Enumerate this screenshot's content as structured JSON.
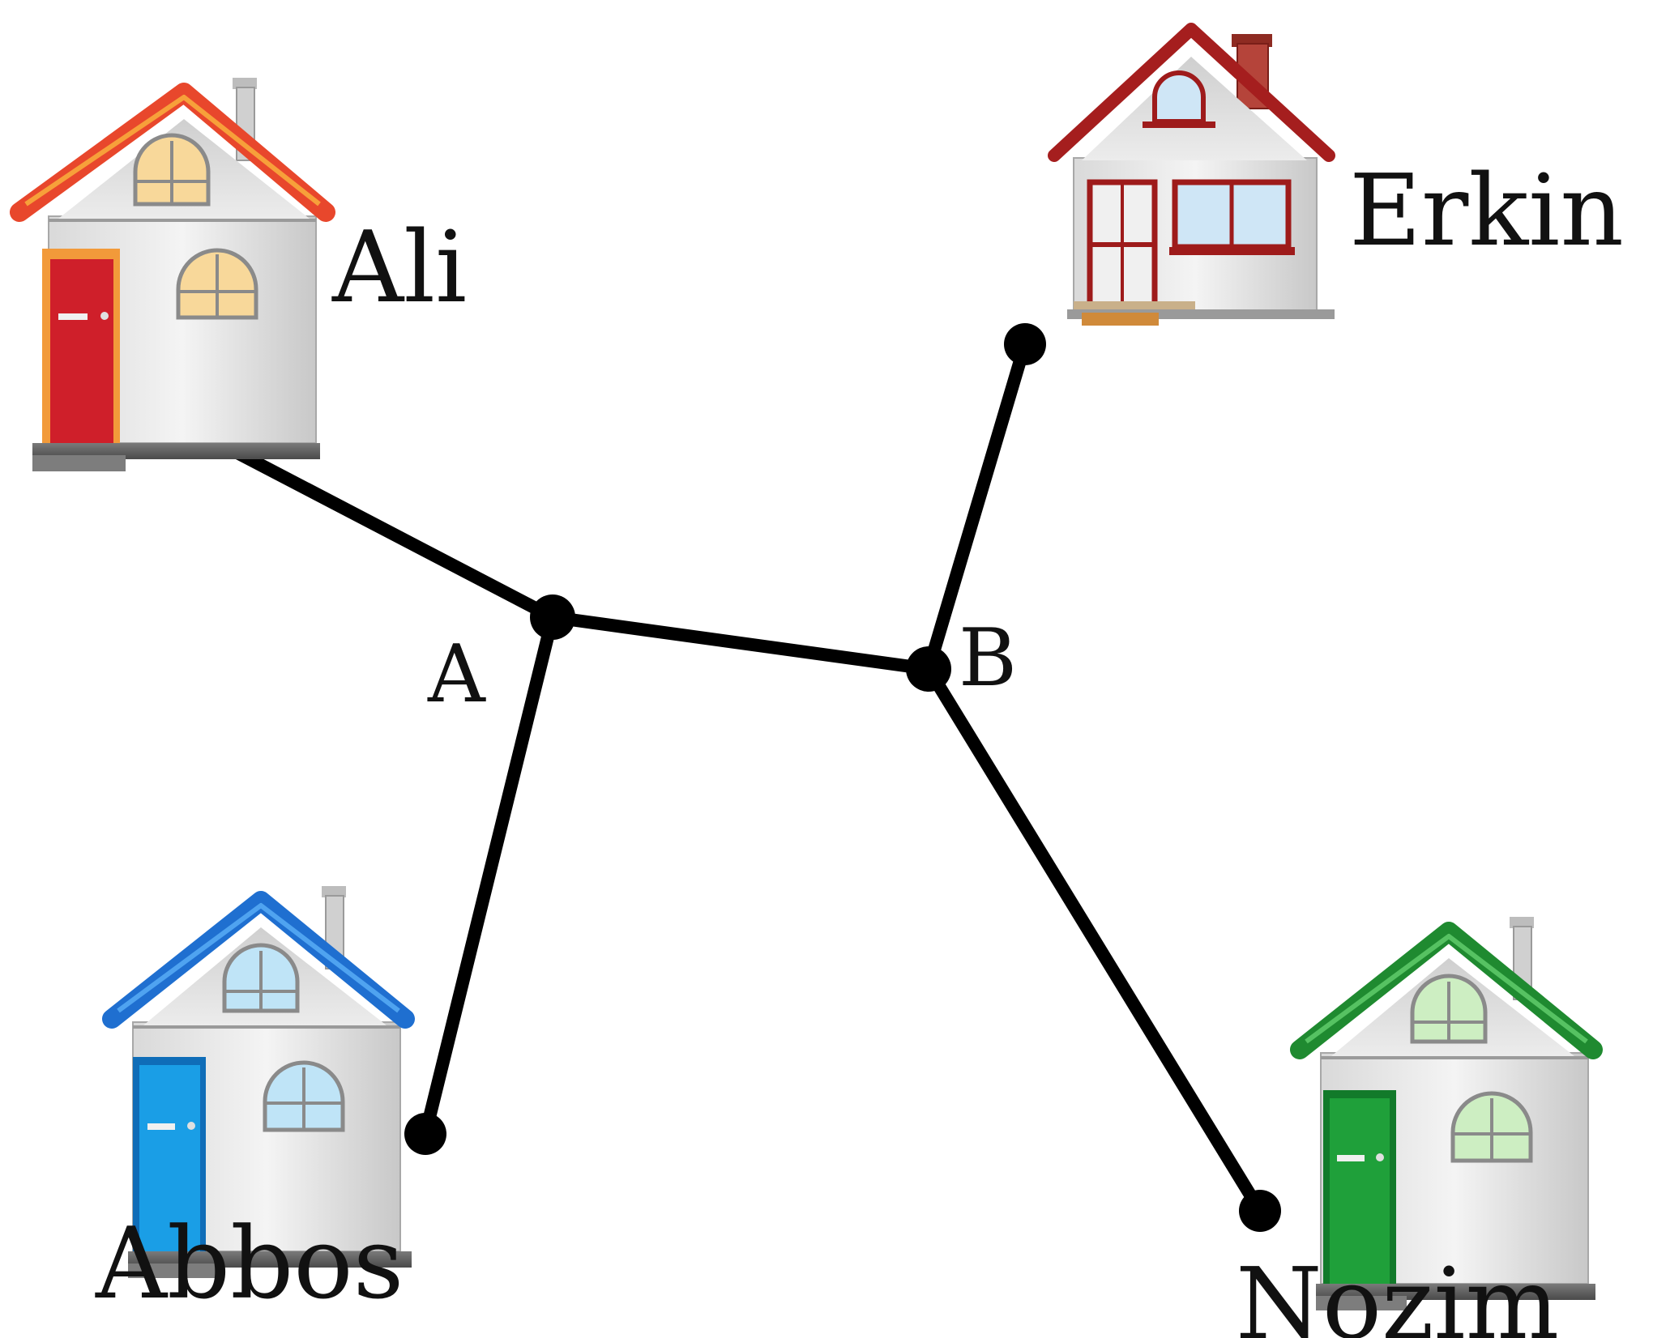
{
  "houses": [
    {
      "id": "ali",
      "name": "Ali",
      "roof_color": "#e8472c",
      "roof_highlight": "#f7a03a",
      "door_color": "#cf1f2a",
      "window_tint": "#f8d89a"
    },
    {
      "id": "erkin",
      "name": "Erkin",
      "roof_color": "#a51e1e",
      "door_color": "#f0f0f0",
      "window_tint": "#cfe6f6",
      "trim_color": "#9e1b1b"
    },
    {
      "id": "abbos",
      "name": "Abbos",
      "roof_color": "#1f6fd0",
      "roof_highlight": "#4fa3f0",
      "door_color": "#1a9ee6",
      "window_tint": "#bfe4f7"
    },
    {
      "id": "nozim",
      "name": "Nozim",
      "roof_color": "#1f8a30",
      "roof_highlight": "#56c262",
      "door_color": "#1fa03a",
      "window_tint": "#cdeec2"
    }
  ],
  "junctions": [
    {
      "id": "A",
      "label": "A"
    },
    {
      "id": "B",
      "label": "B"
    }
  ],
  "edges": [
    {
      "from": "ali",
      "to": "A"
    },
    {
      "from": "abbos",
      "to": "A"
    },
    {
      "from": "A",
      "to": "B"
    },
    {
      "from": "erkin",
      "to": "B"
    },
    {
      "from": "nozim",
      "to": "B"
    }
  ],
  "colors": {
    "line": "#000000",
    "text": "#111111"
  }
}
